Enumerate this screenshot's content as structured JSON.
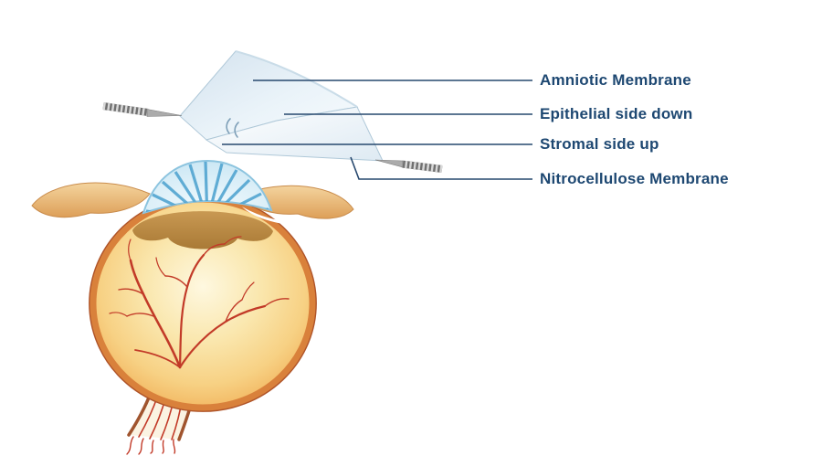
{
  "diagram": {
    "labels": [
      "Amniotic Membrane",
      "Epithelial side down",
      "Stromal side up",
      "Nitrocellulose Membrane"
    ],
    "colors": {
      "label_text": "#1E4872",
      "leader_line": "#27486E",
      "membrane_blue": "#D8E6F0",
      "cornea_blue": "#49A0CE",
      "sclera_orange": "#F0AC52",
      "sclera_cream": "#FAE7AE",
      "eyelid_tan": "#E9BE85",
      "lens_brown": "#B0813E",
      "vessel_red": "#C23A28",
      "optic_nerve_sheath": "#A0542E",
      "forceps_gray": "#8A8A8A"
    }
  }
}
